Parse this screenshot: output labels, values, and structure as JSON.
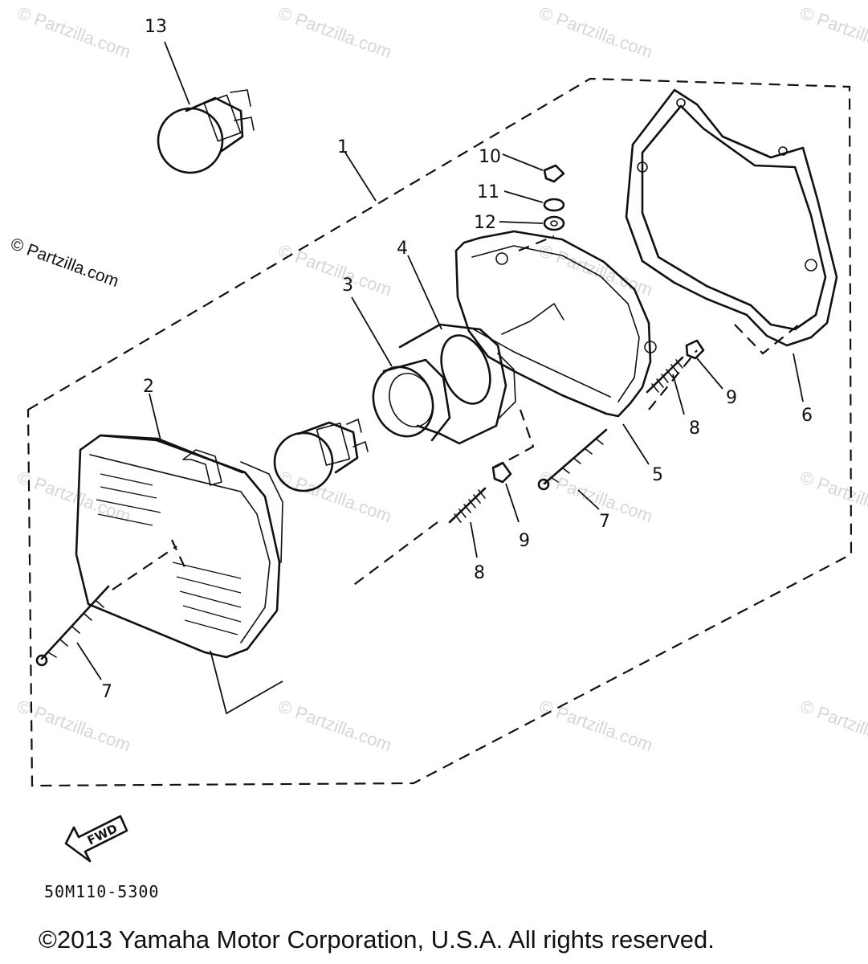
{
  "watermark_text": "© Partzilla.com",
  "diagram_code": "50M110-5300",
  "copyright": "©2013 Yamaha Motor Corporation, U.S.A. All rights reserved.",
  "fwd_label": "FWD",
  "callouts": {
    "c1": "1",
    "c2": "2",
    "c3": "3",
    "c4": "4",
    "c5": "5",
    "c6": "6",
    "c7a": "7",
    "c7b": "7",
    "c8a": "8",
    "c8b": "8",
    "c9a": "9",
    "c9b": "9",
    "c10": "10",
    "c11": "11",
    "c12": "12",
    "c13": "13"
  }
}
